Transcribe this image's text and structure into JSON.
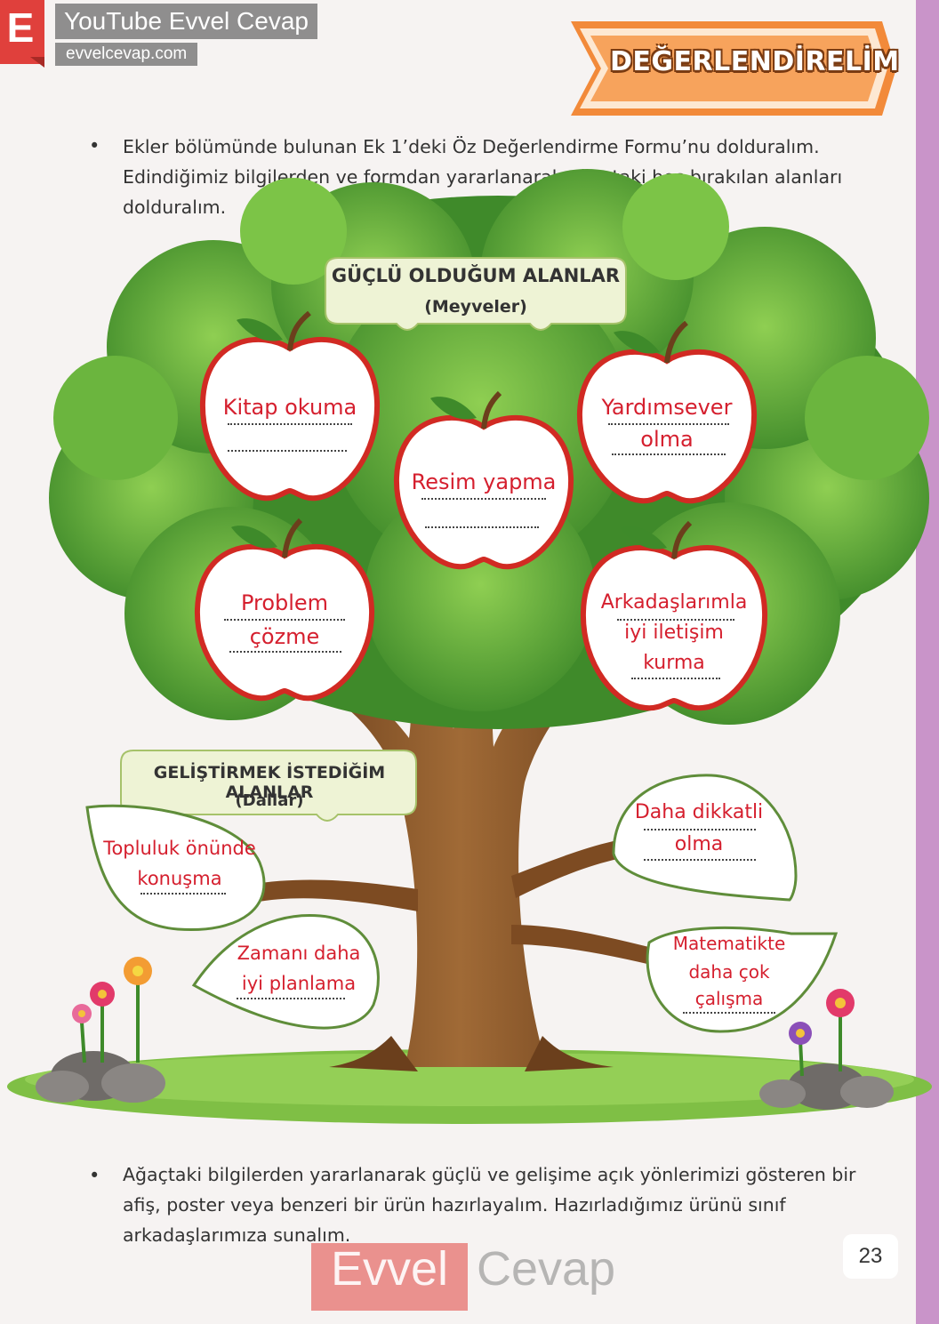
{
  "watermark": {
    "brand_letter": "E",
    "brand_title": "YouTube Evvel Cevap",
    "brand_url": "evvelcevap.com",
    "footer_word_1": "Evvel",
    "footer_word_2": "Cevap"
  },
  "header": {
    "ribbon_title": "DEĞERLENDİRELİM"
  },
  "instructions": {
    "bullet_1": "Ekler bölümünde bulunan Ek 1’deki Öz Değerlendirme Formu’nu dolduralım. Edindiğimiz bilgilerden ve formdan yararlanarak ağaçtaki boş bırakılan alanları dolduralım.",
    "bullet_2": "Ağaçtaki bilgilerden yararlanarak güçlü ve gelişime açık yönlerimizi gösteren bir afiş, poster veya benzeri bir ürün hazırlayalım. Hazırladığımız ürünü sınıf arkadaşlarımıza sunalım."
  },
  "tree": {
    "strengths_title": "GÜÇLÜ OLDUĞUM ALANLAR",
    "strengths_subtitle": "(Meyveler)",
    "improvement_title": "GELİŞTİRMEK İSTEDİĞİM ALANLAR",
    "improvement_subtitle": "(Dallar)",
    "apples": [
      {
        "line1": "Kitap okuma",
        "line2": ""
      },
      {
        "line1": "Resim yapma",
        "line2": ""
      },
      {
        "line1": "Yardımsever",
        "line2": "olma"
      },
      {
        "line1": "Problem",
        "line2": "çözme"
      },
      {
        "line1": "Arkadaşlarımla",
        "line2": "iyi iletişim",
        "line3": "kurma"
      }
    ],
    "leaves": [
      {
        "line1": "Topluluk önünde",
        "line2": "konuşma"
      },
      {
        "line1": "Zamanı daha",
        "line2": "iyi planlama"
      },
      {
        "line1": "Daha dikkatli",
        "line2": "olma"
      },
      {
        "line1": "Matematikte",
        "line2": "daha çok",
        "line3": "çalışma"
      }
    ]
  },
  "page_number": "23",
  "colors": {
    "accent_stripe": "#c994c9",
    "ribbon_orange": "#f28a3a",
    "handwriting_red": "#d51f2e",
    "foliage_green": "#5ea63a",
    "trunk_brown": "#8a5a2b"
  }
}
